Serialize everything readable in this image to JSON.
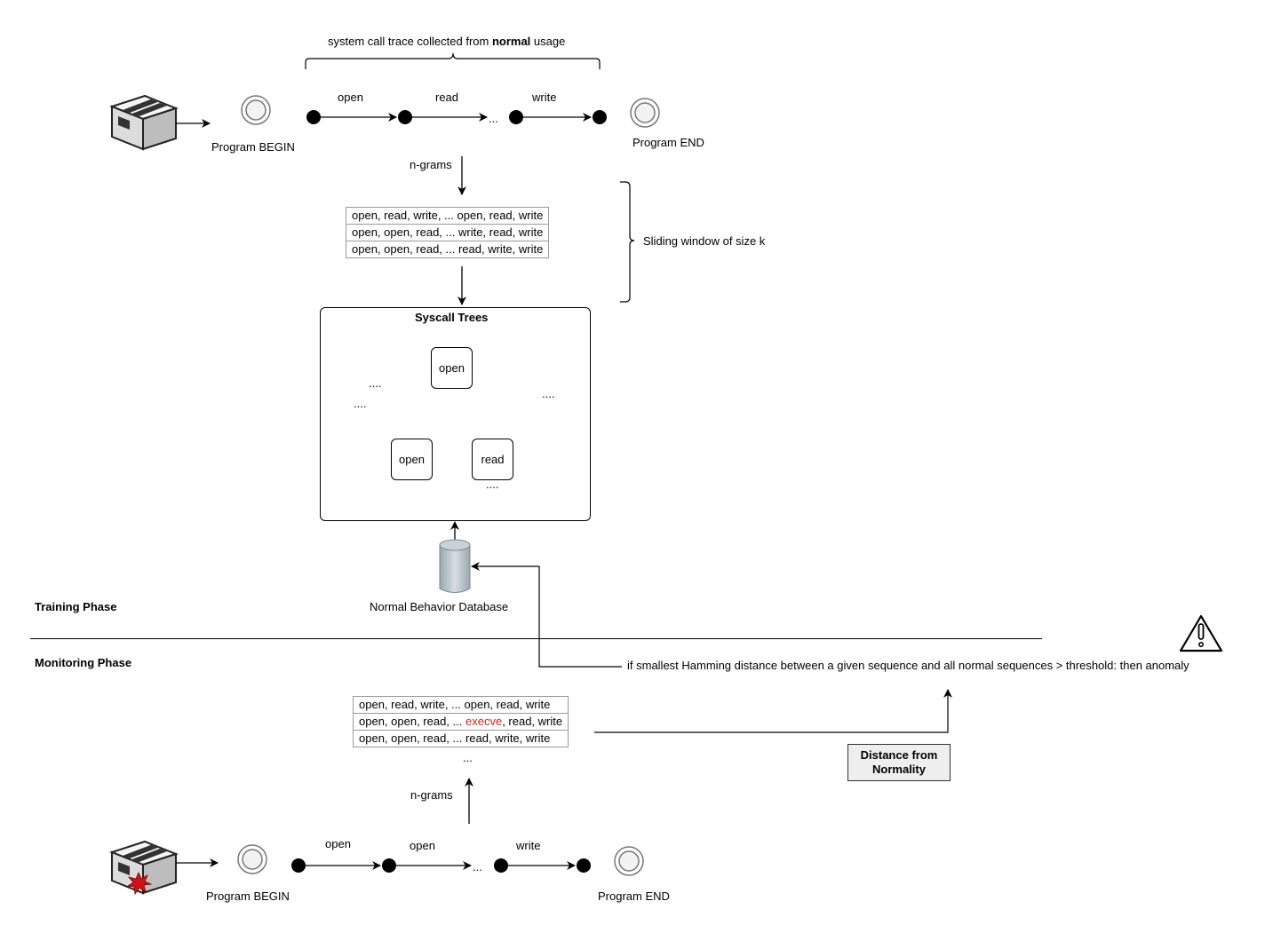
{
  "top": {
    "trace_prefix": "system call trace collected from ",
    "trace_bold": "normal",
    "trace_suffix": " usage",
    "begin_label": "Program BEGIN",
    "end_label": "Program END",
    "edges": [
      "open",
      "read",
      "write"
    ],
    "ellipsis": "...",
    "ngrams": "n-grams"
  },
  "sequences_training": [
    "open, read, write, ... open, read, write",
    "open, open, read, ... write, read, write",
    "open, open, read, ... read, write, write"
  ],
  "sliding_window": "Sliding window of size k",
  "trees": {
    "title": "Syscall Trees",
    "root": "open",
    "left": "open",
    "right": "read",
    "dots": "...."
  },
  "database_label": "Normal Behavior Database",
  "phases": {
    "training": "Training Phase",
    "monitoring": "Monitoring Phase"
  },
  "rule_text": "if smallest Hamming distance between a given sequence and all normal sequences > threshold:  then anomaly",
  "sequences_monitoring": {
    "row1": "open, read, write, ... open, read, write",
    "row2_prefix": "open, open, read, ... ",
    "row2_anomaly": "execve",
    "row2_suffix": ", read, write",
    "row3": "open, open, read, ... read, write, write",
    "more": "..."
  },
  "distance_box": "Distance from Normality",
  "bottom": {
    "begin_label": "Program BEGIN",
    "end_label": "Program END",
    "edges": [
      "open",
      "open",
      "write"
    ],
    "ellipsis": "...",
    "ngrams": "n-grams"
  },
  "colors": {
    "anomaly": "#e0201b",
    "database": "#b8c4cc"
  }
}
